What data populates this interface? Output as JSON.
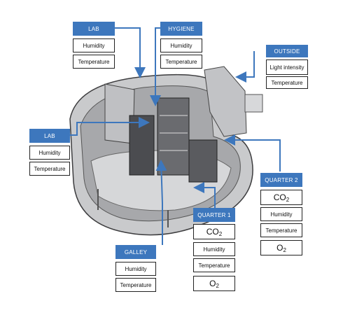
{
  "labels": {
    "lab_top": {
      "title": "LAB",
      "rows": [
        "Humidity",
        "Temperature"
      ]
    },
    "hygiene": {
      "title": "HYGIENE",
      "rows": [
        "Humidity",
        "Temperature"
      ]
    },
    "outside": {
      "title": "OUTSIDE",
      "rows": [
        "Light intensity",
        "Temperature"
      ]
    },
    "lab_left": {
      "title": "LAB",
      "rows": [
        "Humidity",
        "Temperature"
      ]
    },
    "quarter2": {
      "title": "QUARTER 2",
      "rows": [
        "CO",
        "2",
        "Humidity",
        "Temperature",
        "O",
        "2"
      ]
    },
    "quarter1": {
      "title": "QUARTER 1",
      "rows": [
        "CO",
        "2",
        "Humidity",
        "Temperature",
        "O",
        "2"
      ]
    },
    "galley": {
      "title": "GALLEY",
      "rows": [
        "Humidity",
        "Temperature"
      ]
    }
  },
  "colors": {
    "header": "#3d77bd",
    "connector": "#3d77bd",
    "module": "#b9babd"
  }
}
